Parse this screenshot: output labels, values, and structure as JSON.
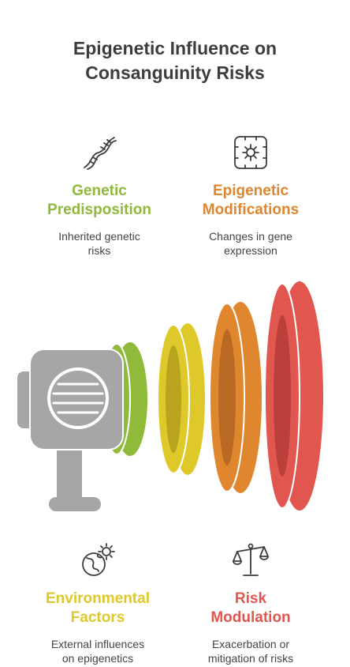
{
  "title": {
    "line1": "Epigenetic Influence on",
    "line2": "Consanguinity Risks"
  },
  "colors": {
    "green": "#8fba3a",
    "yellow": "#dfc92a",
    "orange": "#e0862f",
    "red": "#e25650",
    "gray": "#a6a6a6",
    "text": "#3d3d3d"
  },
  "blocks": [
    {
      "heading_line1": "Genetic",
      "heading_line2": "Predisposition",
      "desc_line1": "Inherited genetic",
      "desc_line2": "risks",
      "icon": "dna-icon",
      "color": "#8fba3a"
    },
    {
      "heading_line1": "Epigenetic",
      "heading_line2": "Modifications",
      "desc_line1": "Changes in gene",
      "desc_line2": "expression",
      "icon": "gene-chip-icon",
      "color": "#e0862f"
    },
    {
      "heading_line1": "Environmental",
      "heading_line2": "Factors",
      "desc_line1": "External influences",
      "desc_line2": "on epigenetics",
      "icon": "globe-sun-icon",
      "color": "#dfc92a"
    },
    {
      "heading_line1": "Risk",
      "heading_line2": "Modulation",
      "desc_line1": "Exacerbation or",
      "desc_line2": "mitigation of risks",
      "icon": "scale-icon",
      "color": "#e25650"
    }
  ]
}
